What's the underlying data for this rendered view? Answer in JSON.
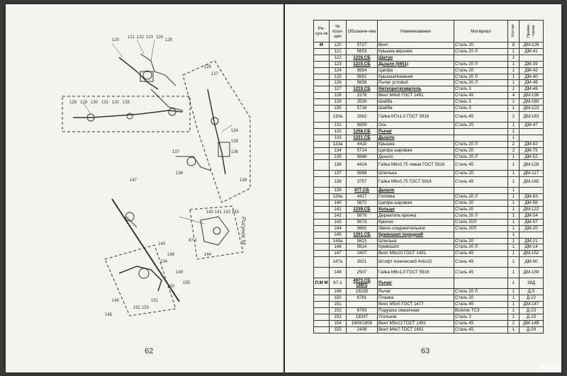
{
  "left_page": {
    "page_number": "62",
    "figure_caption": "Рисунок М",
    "callouts": [
      "120",
      "121",
      "122",
      "123",
      "124",
      "125",
      "126",
      "127",
      "128",
      "129",
      "130",
      "131",
      "132",
      "133",
      "134",
      "135",
      "136",
      "137",
      "138",
      "139",
      "140",
      "141",
      "142",
      "143",
      "144",
      "145",
      "146",
      "147",
      "148",
      "149",
      "150",
      "151",
      "152",
      "153",
      "154",
      "155",
      "87-1",
      "14Б"
    ]
  },
  "right_page": {
    "page_number": "63",
    "table": {
      "headers": [
        "Ри-сун-ок",
        "№ пози-ции",
        "Обозначе-ние",
        "Наименование",
        "Материал",
        "Кол-во",
        "Приме-чание"
      ],
      "rows": [
        {
          "fig": "М",
          "pos": "120",
          "des": "5727",
          "name": "Винт",
          "mat": "Сталь 20",
          "qty": "8",
          "note": "ДМ-126",
          "bold": false
        },
        {
          "fig": "",
          "pos": "121",
          "des": "5653",
          "name": "Крышка верхняя",
          "mat": "Сталь 20 Л",
          "qty": "1",
          "note": "ДМ-41",
          "bold": false
        },
        {
          "fig": "",
          "pos": "122",
          "des": "1216.СБ",
          "name": "Шатун",
          "mat": "",
          "qty": "1",
          "note": "",
          "bold": true
        },
        {
          "fig": "",
          "pos": "123",
          "des": "1215.СБ",
          "name": "Дышло (5651)",
          "mat": "Сталь 20 Л",
          "qty": "1",
          "note": "ДМ-39",
          "bold": true
        },
        {
          "fig": "",
          "pos": "124",
          "des": "5654",
          "name": "Цапфа",
          "mat": "Сталь 20",
          "qty": "1",
          "note": "ДМ-42",
          "bold": false
        },
        {
          "fig": "",
          "pos": "125",
          "des": "5652",
          "name": "КрышкаНнижняя",
          "mat": "Сталь 20 Л",
          "qty": "1",
          "note": "ДМ-40",
          "bold": false
        },
        {
          "fig": "",
          "pos": "126",
          "des": "5658",
          "name": "Рычаг угловой",
          "mat": "Сталь 20 Л",
          "qty": "1",
          "note": "ДМ-46",
          "bold": false
        },
        {
          "fig": "",
          "pos": "127",
          "des": "1219.СБ",
          "name": "Нитепритягиватель",
          "mat": "Сталь 3",
          "qty": "1",
          "note": "ДМ-48",
          "bold": true
        },
        {
          "fig": "",
          "pos": "128",
          "des": "1578",
          "name": "Винт М4х8 ГОСТ 1491",
          "mat": "Сталь 45",
          "qty": "4",
          "note": "ДМ-136",
          "bold": false
        },
        {
          "fig": "",
          "pos": "129",
          "des": "2526",
          "name": "Шайба",
          "mat": "Сталь 3",
          "qty": "1",
          "note": "ДМ-160",
          "bold": false
        },
        {
          "fig": "",
          "pos": "130",
          "des": "5716",
          "name": "Шайба",
          "mat": "Сталь 3",
          "qty": "1",
          "note": "ДМ-123",
          "bold": false
        },
        {
          "fig": "",
          "pos": "130а",
          "des": "2862",
          "name": "Гайка М7х1,0 ГОСТ 5916",
          "mat": "Сталь 45",
          "qty": "2",
          "note": "ДМ-163",
          "bold": false,
          "tall": true
        },
        {
          "fig": "",
          "pos": "131",
          "des": "5659",
          "name": "Ось",
          "mat": "Сталь 20",
          "qty": "1",
          "note": "ДМ-47",
          "bold": false
        },
        {
          "fig": "",
          "pos": "132",
          "des": "1258.СБ",
          "name": "Рычаг",
          "mat": "",
          "qty": "1",
          "note": "",
          "bold": true
        },
        {
          "fig": "",
          "pos": "133",
          "des": "1221.СБ",
          "name": "Дышло",
          "mat": "",
          "qty": "1",
          "note": "",
          "bold": true
        },
        {
          "fig": "",
          "pos": "133а",
          "des": "4415",
          "name": "Крышка",
          "mat": "Сталь 20 Л",
          "qty": "2",
          "note": "ДМ-82",
          "bold": false
        },
        {
          "fig": "",
          "pos": "134",
          "des": "5714",
          "name": "Цапфа шаровая",
          "mat": "Сталь 20",
          "qty": "2",
          "note": "ДМ-75",
          "bold": false
        },
        {
          "fig": "",
          "pos": "135",
          "des": "5666",
          "name": "Дышло",
          "mat": "Сталь 20 Л",
          "qty": "1",
          "note": "ДМ-52",
          "bold": false
        },
        {
          "fig": "",
          "pos": "136",
          "des": "4424",
          "name": "Гайка М6х0,75 левая ГОСТ 5916",
          "mat": "Сталь 45",
          "qty": "1",
          "note": "ДМ-128",
          "bold": false,
          "tall": true
        },
        {
          "fig": "",
          "pos": "137",
          "des": "5668",
          "name": "Шпилька",
          "mat": "Сталь 20",
          "qty": "1",
          "note": "ДМ-117",
          "bold": false
        },
        {
          "fig": "",
          "pos": "138",
          "des": "3757",
          "name": "Гайка М6х0,75 ГОСТ 5916",
          "mat": "Сталь 45",
          "qty": "1",
          "note": "ДМ-165",
          "bold": false,
          "tall": true
        },
        {
          "fig": "",
          "pos": "139",
          "des": "977.СБ",
          "name": "Дышло",
          "mat": "",
          "qty": "1",
          "note": "",
          "bold": true
        },
        {
          "fig": "",
          "pos": "139а",
          "des": "4417",
          "name": "Головка",
          "mat": "Сталь 20 Л",
          "qty": "1",
          "note": "ДМ-83",
          "bold": false
        },
        {
          "fig": "",
          "pos": "140",
          "des": "5672",
          "name": "Цапфа шаровая",
          "mat": "Сталь 20",
          "qty": "1",
          "note": "ДМ-56",
          "bold": false
        },
        {
          "fig": "",
          "pos": "141",
          "des": "1239.СБ",
          "name": "Кольцо",
          "mat": "Сталь 20",
          "qty": "1",
          "note": "ДМ-122",
          "bold": true
        },
        {
          "fig": "",
          "pos": "142",
          "des": "5670",
          "name": "Держатель крючка",
          "mat": "Сталь 20 Л",
          "qty": "1",
          "note": "ДМ-54",
          "bold": false
        },
        {
          "fig": "",
          "pos": "143",
          "des": "5673",
          "name": "Крючок",
          "mat": "Сталь 20Л",
          "qty": "1",
          "note": "ДМ-57",
          "bold": false
        },
        {
          "fig": "",
          "pos": "144",
          "des": "5662",
          "name": "Звено соединительное",
          "mat": "Сталь 20Л",
          "qty": "1",
          "note": "ДМ-20",
          "bold": false
        },
        {
          "fig": "",
          "pos": "145",
          "des": "1201.СБ",
          "name": "Кривошип передний",
          "mat": "",
          "qty": "1",
          "note": "",
          "bold": true
        },
        {
          "fig": "",
          "pos": "145а",
          "des": "5623",
          "name": "Шпилька",
          "mat": "Сталь 20",
          "qty": "1",
          "note": "ДМ-21",
          "bold": false
        },
        {
          "fig": "",
          "pos": "146",
          "des": "5614",
          "name": "Кривошип",
          "mat": "Сталь 20 Л",
          "qty": "1",
          "note": "ДМ-14",
          "bold": false
        },
        {
          "fig": "",
          "pos": "147",
          "des": "2407",
          "name": "Винт М6х10 ГОСТ 1491",
          "mat": "Сталь 45",
          "qty": "1",
          "note": "ДМ-152",
          "bold": false
        },
        {
          "fig": "",
          "pos": "147а",
          "des": "2821",
          "name": "Штифт конический 4х6х22",
          "mat": "Сталь 45",
          "qty": "1",
          "note": "ДМ-90",
          "bold": false,
          "tall": true
        },
        {
          "fig": "",
          "pos": "148",
          "des": "2507",
          "name": "Гайка М6х1,0 ГОСТ 5916",
          "mat": "Сталь 45",
          "qty": "1",
          "note": "ДМ-159",
          "bold": false,
          "tall": true
        },
        {
          "fig": "Л;М М",
          "pos": "87-1",
          "des": "4973.СБ (38Л)",
          "name": "Рычаг",
          "mat": "",
          "qty": "1",
          "note": "38Д",
          "bold": true,
          "tall": true
        },
        {
          "fig": "",
          "pos": "149",
          "des": "18235",
          "name": "Рычаг",
          "mat": "Сталь 20 Л",
          "qty": "1",
          "note": "Д-5",
          "bold": false
        },
        {
          "fig": "",
          "pos": "150",
          "des": "6781",
          "name": "Планка",
          "mat": "Сталь 20",
          "qty": "1",
          "note": "Д-22",
          "bold": false
        },
        {
          "fig": "",
          "pos": "151",
          "des": "",
          "name": "Винт М5х5 ГОСТ 1477",
          "mat": "Сталь 45",
          "qty": "1",
          "note": "ДМ-147",
          "bold": false
        },
        {
          "fig": "",
          "pos": "152",
          "des": "6783",
          "name": "Подушка смазочная",
          "mat": "Войлок ТСЗ",
          "qty": "1",
          "note": "Д-23",
          "bold": false
        },
        {
          "fig": "",
          "pos": "153",
          "des": "18247",
          "name": "Угольник",
          "mat": "Сталь 3",
          "qty": "1",
          "note": "Д-15",
          "bold": false
        },
        {
          "fig": "",
          "pos": "154",
          "des": "1809/1808",
          "name": "Винт М5х12 ГОСТ 1491",
          "mat": "Сталь 45",
          "qty": "2",
          "note": "ДМ-14В",
          "bold": false
        },
        {
          "fig": "",
          "pos": "155",
          "des": "2408",
          "name": "Винт М4х7 ГОСТ 1491",
          "mat": "Сталь 45",
          "qty": "1",
          "note": "Д-29",
          "bold": false
        }
      ]
    }
  },
  "watermark": "Avito"
}
